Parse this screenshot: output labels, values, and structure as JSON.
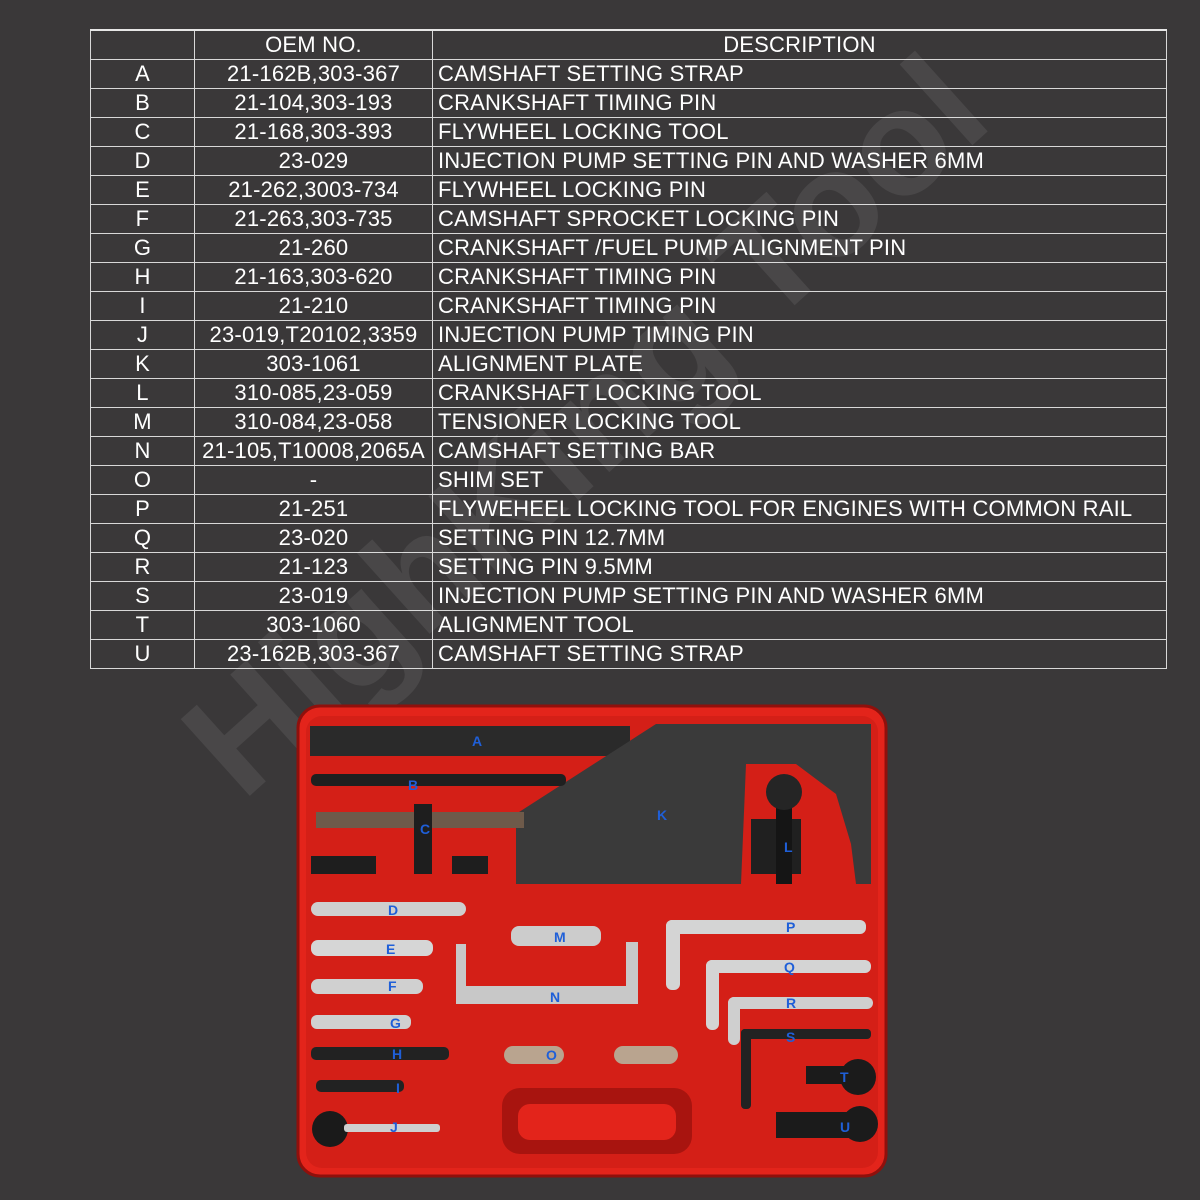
{
  "table": {
    "headers": {
      "letter": "",
      "oem": "OEM NO.",
      "description": "DESCRIPTION"
    },
    "rows": [
      {
        "letter": "A",
        "oem": "21-162B,303-367",
        "description": "CAMSHAFT SETTING STRAP"
      },
      {
        "letter": "B",
        "oem": "21-104,303-193",
        "description": "CRANKSHAFT TIMING PIN"
      },
      {
        "letter": "C",
        "oem": "21-168,303-393",
        "description": "FLYWHEEL LOCKING TOOL"
      },
      {
        "letter": "D",
        "oem": "23-029",
        "description": "INJECTION PUMP SETTING PIN AND WASHER 6MM"
      },
      {
        "letter": "E",
        "oem": "21-262,3003-734",
        "description": "FLYWHEEL LOCKING PIN"
      },
      {
        "letter": "F",
        "oem": "21-263,303-735",
        "description": "CAMSHAFT SPROCKET LOCKING PIN"
      },
      {
        "letter": "G",
        "oem": "21-260",
        "description": "CRANKSHAFT /FUEL PUMP ALIGNMENT PIN"
      },
      {
        "letter": "H",
        "oem": "21-163,303-620",
        "description": "CRANKSHAFT TIMING PIN"
      },
      {
        "letter": "I",
        "oem": "21-210",
        "description": "CRANKSHAFT TIMING PIN"
      },
      {
        "letter": "J",
        "oem": "23-019,T20102,3359",
        "description": "INJECTION PUMP TIMING PIN"
      },
      {
        "letter": "K",
        "oem": "303-1061",
        "description": "ALIGNMENT PLATE"
      },
      {
        "letter": "L",
        "oem": "310-085,23-059",
        "description": "CRANKSHAFT LOCKING TOOL"
      },
      {
        "letter": "M",
        "oem": "310-084,23-058",
        "description": "TENSIONER LOCKING TOOL"
      },
      {
        "letter": "N",
        "oem": "21-105,T10008,2065A",
        "description": "CAMSHAFT SETTING BAR"
      },
      {
        "letter": "O",
        "oem": "-",
        "description": "SHIM SET"
      },
      {
        "letter": "P",
        "oem": "21-251",
        "description": "FLYWEHEEL LOCKING TOOL FOR ENGINES WITH COMMON RAIL"
      },
      {
        "letter": "Q",
        "oem": "23-020",
        "description": "SETTING PIN 12.7MM"
      },
      {
        "letter": "R",
        "oem": "21-123",
        "description": "SETTING PIN 9.5MM"
      },
      {
        "letter": "S",
        "oem": "23-019",
        "description": "INJECTION PUMP SETTING PIN AND WASHER 6MM"
      },
      {
        "letter": "T",
        "oem": "303-1060",
        "description": "ALIGNMENT TOOL"
      },
      {
        "letter": "U",
        "oem": "23-162B,303-367",
        "description": "CAMSHAFT SETTING STRAP"
      }
    ]
  },
  "photo": {
    "labels": [
      "A",
      "B",
      "C",
      "D",
      "E",
      "F",
      "G",
      "H",
      "I",
      "J",
      "K",
      "L",
      "M",
      "N",
      "O",
      "P",
      "Q",
      "R",
      "S",
      "T",
      "U"
    ],
    "watermark": "HighKing Tool",
    "colors": {
      "case": "#e3241b",
      "case_shadow": "#a8140f",
      "label": "#1f5fd8",
      "steel": "#d4d4d4",
      "black": "#1c1c1c"
    }
  }
}
